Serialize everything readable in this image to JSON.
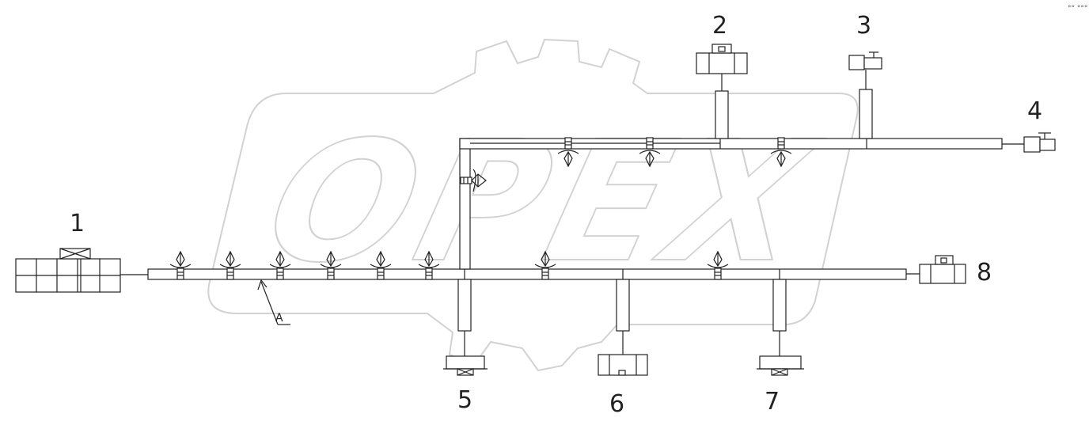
{
  "watermark": {
    "text": "OPEX"
  },
  "corner_text": "°° °°°",
  "labels": {
    "n1": "1",
    "n2": "2",
    "n3": "3",
    "n4": "4",
    "n5": "5",
    "n6": "6",
    "n7": "7",
    "n8": "8",
    "a": "A"
  }
}
